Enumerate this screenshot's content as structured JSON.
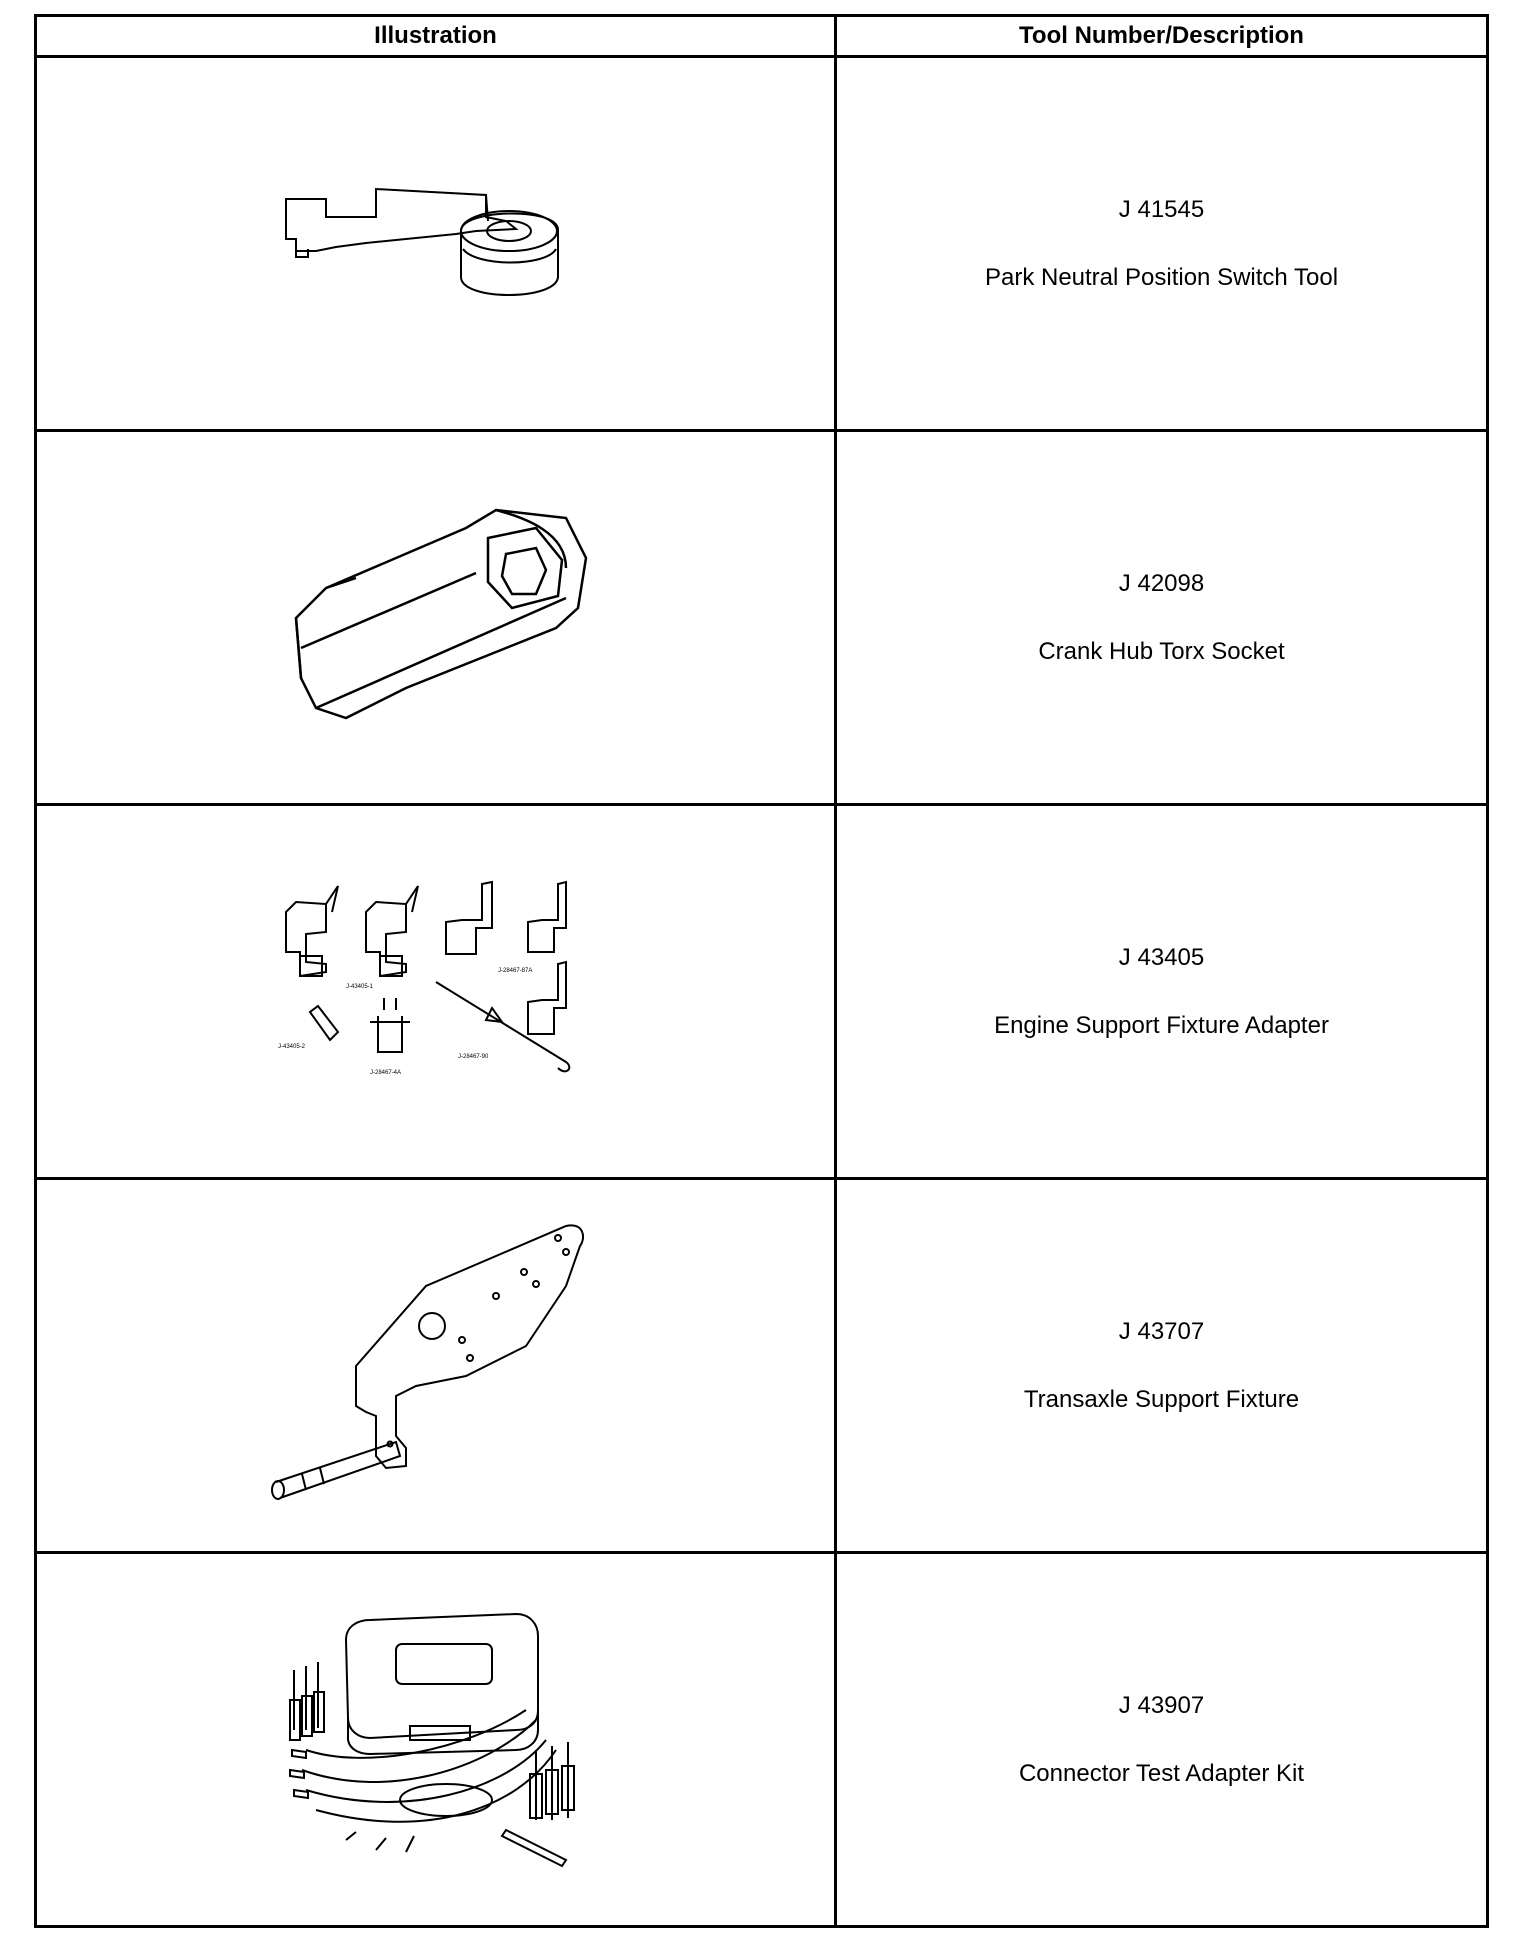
{
  "header": {
    "illustration": "Illustration",
    "tool": "Tool Number/Description"
  },
  "rows": [
    {
      "number": "J 41545",
      "description": "Park Neutral Position Switch Tool",
      "icon": "pnp-switch-tool-icon"
    },
    {
      "number": "J 42098",
      "description": "Crank Hub Torx Socket",
      "icon": "torx-socket-icon"
    },
    {
      "number": "J 43405",
      "description": "Engine Support Fixture Adapter",
      "icon": "engine-support-adapter-icon",
      "part_labels": [
        "J-43405-1",
        "J-28467-87A",
        "J-43405-2",
        "J-28467-4A",
        "J-28467-90"
      ]
    },
    {
      "number": "J 43707",
      "description": "Transaxle Support Fixture",
      "icon": "transaxle-fixture-icon"
    },
    {
      "number": "J 43907",
      "description": "Connector Test Adapter Kit",
      "icon": "connector-kit-icon"
    }
  ]
}
